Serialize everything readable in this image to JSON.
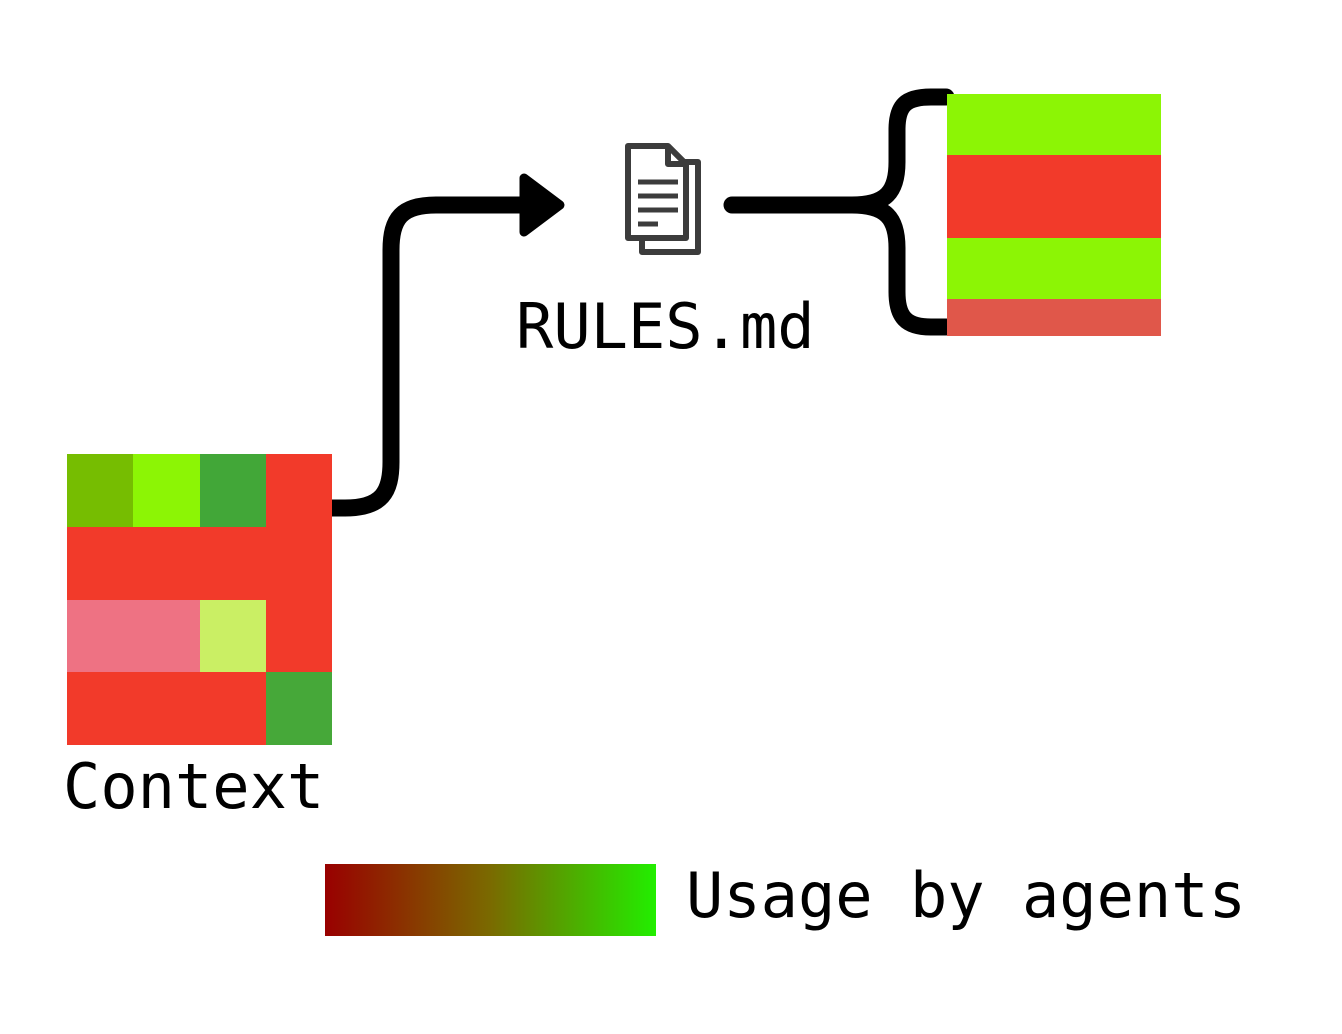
{
  "figure": {
    "background": "#ffffff",
    "stroke_color": "#000000",
    "icon_stroke_color": "#3c3c3c"
  },
  "context_block": {
    "label": "Context",
    "name": "context-heatmap",
    "rows": 4,
    "cols": 4,
    "cells": [
      {
        "row": 1,
        "col": 1,
        "color": "#76bd01",
        "usage": 0.72
      },
      {
        "row": 1,
        "col": 2,
        "color": "#8cf505",
        "usage": 0.9
      },
      {
        "row": 1,
        "col": 3,
        "color": "#42a738",
        "usage": 0.58
      },
      {
        "row": 1,
        "col": 4,
        "color": "#f23a2a",
        "usage": 0.08
      },
      {
        "row": 2,
        "col": 1,
        "color": "#f23a2a",
        "usage": 0.08
      },
      {
        "row": 2,
        "col": 2,
        "color": "#f23a2a",
        "usage": 0.08
      },
      {
        "row": 2,
        "col": 3,
        "color": "#f23a2a",
        "usage": 0.08
      },
      {
        "row": 2,
        "col": 4,
        "color": "#f23a2a",
        "usage": 0.08
      },
      {
        "row": 3,
        "col": 1,
        "color": "#ee7283",
        "usage": 0.16
      },
      {
        "row": 3,
        "col": 2,
        "color": "#ee7283",
        "usage": 0.16
      },
      {
        "row": 3,
        "col": 3,
        "color": "#caef64",
        "usage": 0.8
      },
      {
        "row": 3,
        "col": 4,
        "color": "#f23a2a",
        "usage": 0.08
      },
      {
        "row": 4,
        "col": 1,
        "color": "#f23a2a",
        "usage": 0.08
      },
      {
        "row": 4,
        "col": 2,
        "color": "#f23a2a",
        "usage": 0.08
      },
      {
        "row": 4,
        "col": 3,
        "color": "#f23a2a",
        "usage": 0.08
      },
      {
        "row": 4,
        "col": 4,
        "color": "#46a839",
        "usage": 0.58
      }
    ]
  },
  "rules_file": {
    "label": "RULES.md",
    "icon": "documents-icon"
  },
  "rules_block": {
    "name": "rules-heatmap",
    "bands": [
      {
        "index": 1,
        "color": "#8cf505",
        "usage": 0.9,
        "height_fraction": 0.26
      },
      {
        "index": 2,
        "color": "#f23a2a",
        "usage": 0.08,
        "height_fraction": 0.36
      },
      {
        "index": 3,
        "color": "#8cf505",
        "usage": 0.9,
        "height_fraction": 0.26
      },
      {
        "index": 4,
        "color": "#e0574a",
        "usage": 0.14,
        "height_fraction": 0.16
      }
    ]
  },
  "legend": {
    "label": "Usage by agents",
    "gradient_from": "#990000",
    "gradient_to": "#22ee00",
    "gradient_mid": "#7a6a00"
  },
  "chart_data": {
    "type": "heatmap",
    "title": "",
    "xlabel": "",
    "ylabel": "",
    "colorbar": {
      "label": "Usage by agents",
      "cmap_low_color": "#990000",
      "cmap_high_color": "#22ee00",
      "range": [
        0,
        1
      ],
      "orientation": "horizontal"
    },
    "panels": [
      {
        "name": "Context",
        "rows": 4,
        "cols": 4,
        "values": [
          [
            0.72,
            0.9,
            0.58,
            0.08
          ],
          [
            0.08,
            0.08,
            0.08,
            0.08
          ],
          [
            0.16,
            0.16,
            0.8,
            0.08
          ],
          [
            0.08,
            0.08,
            0.08,
            0.58
          ]
        ]
      },
      {
        "name": "RULES.md",
        "rows": 4,
        "cols": 1,
        "values": [
          [
            0.9
          ],
          [
            0.08
          ],
          [
            0.9
          ],
          [
            0.14
          ]
        ]
      }
    ],
    "annotations": [
      {
        "text": "Context",
        "target": "left-heatmap"
      },
      {
        "text": "RULES.md",
        "target": "document-icon"
      },
      {
        "text": "Usage by agents",
        "target": "colorbar"
      }
    ]
  }
}
